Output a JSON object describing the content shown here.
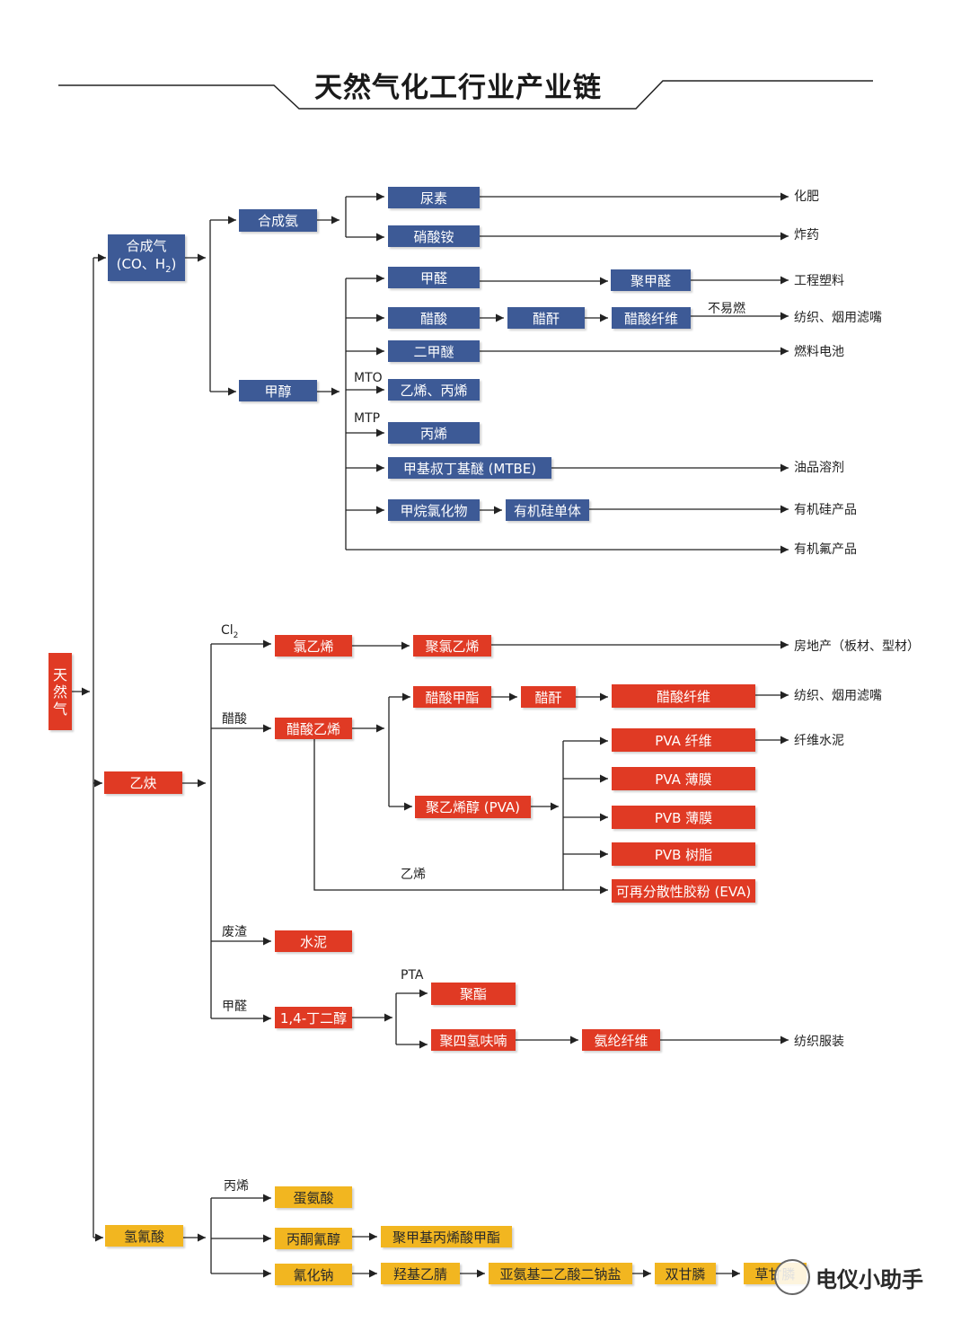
{
  "title": "天然气化工行业产业链",
  "root": "天然气",
  "colors": {
    "blue": "#3d5a96",
    "red": "#e03a24",
    "yellow": "#f2b620"
  },
  "branches": {
    "syngas": {
      "label_line1": "合成气",
      "label_line2": "(CO、H",
      "label_sub": "2",
      "label_close": ")"
    },
    "acetylene": "乙炔",
    "hcn": "氢氰酸"
  },
  "syngas_chain": {
    "ammonia": "合成氨",
    "urea": "尿素",
    "fertilizer": "化肥",
    "ammonium_nitrate": "硝酸铵",
    "explosives": "炸药",
    "methanol": "甲醇",
    "formaldehyde": "甲醛",
    "polyformaldehyde": "聚甲醛",
    "eng_plastics": "工程塑料",
    "acetic_acid": "醋酸",
    "acetic_anhydride": "醋酐",
    "acetate_fiber": "醋酸纤维",
    "nonflammable": "不易燃",
    "textile_filter": "纺织、烟用滤嘴",
    "dme": "二甲醚",
    "fuel_cell": "燃料电池",
    "mto": "MTO",
    "ethylene_propylene": "乙烯、丙烯",
    "mtp": "MTP",
    "propylene": "丙烯",
    "mtbe": "甲基叔丁基醚 (MTBE)",
    "oil_solvent": "油品溶剂",
    "methyl_chloride": "甲烷氯化物",
    "silicone_monomer": "有机硅单体",
    "silicone_products": "有机硅产品",
    "fluorine_products": "有机氟产品"
  },
  "acetylene_chain": {
    "cl2": "Cl",
    "cl2_sub": "2",
    "vinyl_chloride": "氯乙烯",
    "pvc": "聚氯乙烯",
    "real_estate": "房地产（板材、型材）",
    "acetic_acid_label": "醋酸",
    "vinyl_acetate": "醋酸乙烯",
    "methyl_acetate": "醋酸甲酯",
    "acetic_anhydride": "醋酐",
    "acetate_fiber": "醋酸纤维",
    "textile_filter": "纺织、烟用滤嘴",
    "pva_fiber": "PVA 纤维",
    "fiber_cement": "纤维水泥",
    "pva_film": "PVA 薄膜",
    "pvb_film": "PVB 薄膜",
    "pvb_resin": "PVB 树脂",
    "pva": "聚乙烯醇 (PVA)",
    "ethylene_label": "乙烯",
    "eva": "可再分散性胶粉 (EVA)",
    "waste_label": "废渣",
    "cement": "水泥",
    "formaldehyde_label": "甲醛",
    "bdo": "1,4-丁二醇",
    "pta_label": "PTA",
    "polyester": "聚酯",
    "pthf": "聚四氢呋喃",
    "spandex": "氨纶纤维",
    "textile_clothing": "纺织服装"
  },
  "hcn_chain": {
    "propylene_label": "丙烯",
    "methionine": "蛋氨酸",
    "acetone_cyanohydrin": "丙酮氰醇",
    "pmma": "聚甲基丙烯酸甲酯",
    "sodium_cyanide": "氰化钠",
    "hydroxyacetonitrile": "羟基乙腈",
    "iminodiacetate": "亚氨基二乙酸二钠盐",
    "glyphosate_nitrile": "双甘膦",
    "herbicide": "草甘膦"
  },
  "watermark": "电仪小助手"
}
